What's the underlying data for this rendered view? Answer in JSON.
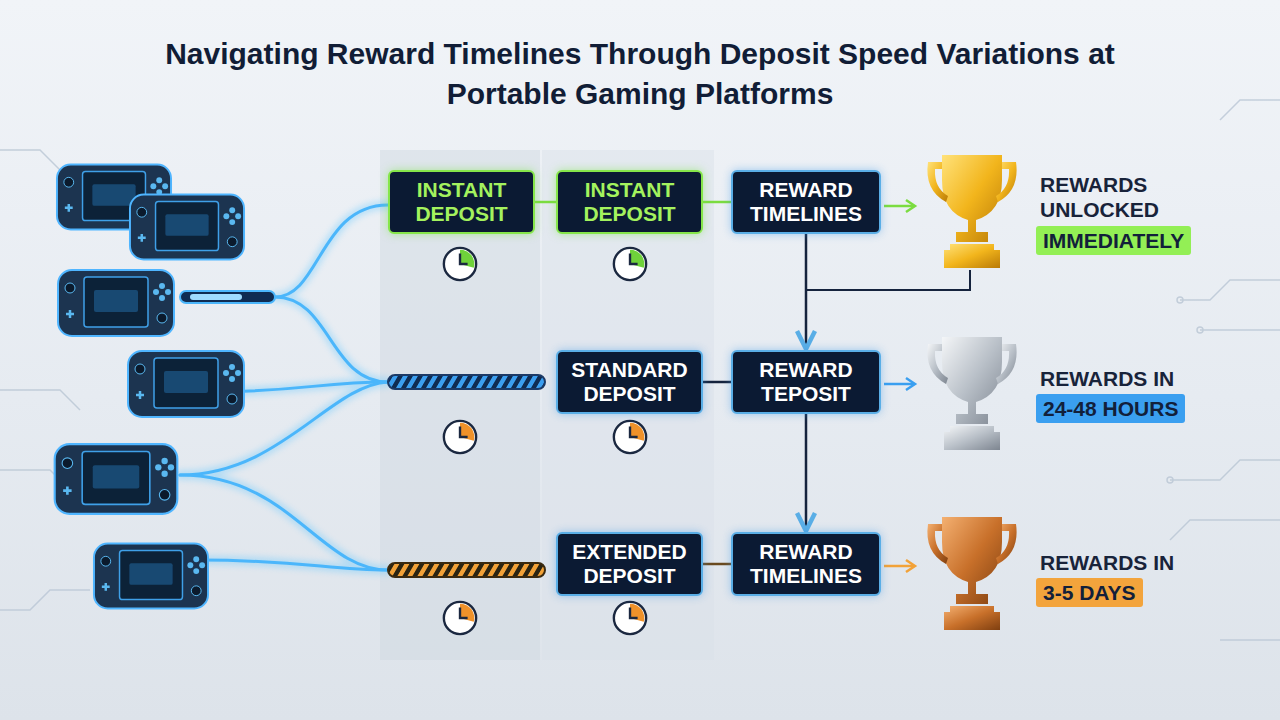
{
  "diagram": {
    "title": "Navigating Reward Timelines Through Deposit Speed Variations at Portable Gaming Platforms",
    "nodes": [
      {
        "text": [
          "INSTANT DEPOSIT"
        ]
      },
      {
        "text": [
          "INSTANT DEPOSIT"
        ]
      },
      {
        "text": [
          "REWARD TIMELINES"
        ]
      },
      {
        "text": [
          "IMMEDIATELY"
        ]
      },
      {
        "text": [
          "STANDARD DEPOSIT"
        ]
      },
      {
        "text": [
          "REWARD TEPOSIT"
        ]
      },
      {
        "text": [
          "24-48 HOURS"
        ]
      },
      {
        "text": [
          "EXTENDED DEPOSIT"
        ]
      },
      {
        "text": [
          "REWARD TIMELINES"
        ]
      },
      {
        "text": [
          "3-5 DAYS"
        ]
      }
    ],
    "edges": [
      {
        "from": 0,
        "to": 1,
        "arrow": "none"
      },
      {
        "from": 1,
        "to": 2,
        "arrow": "none"
      },
      {
        "from": 2,
        "to": 5,
        "arrow": "to"
      },
      {
        "from": 4,
        "to": 5,
        "arrow": "none"
      },
      {
        "from": 5,
        "to": 8,
        "arrow": "to"
      },
      {
        "from": 7,
        "to": 8,
        "arrow": "none"
      }
    ],
    "labels": [
      "REWARDS UNLOCKED",
      "REWARDS IN",
      "REWARDS IN"
    ]
  }
}
